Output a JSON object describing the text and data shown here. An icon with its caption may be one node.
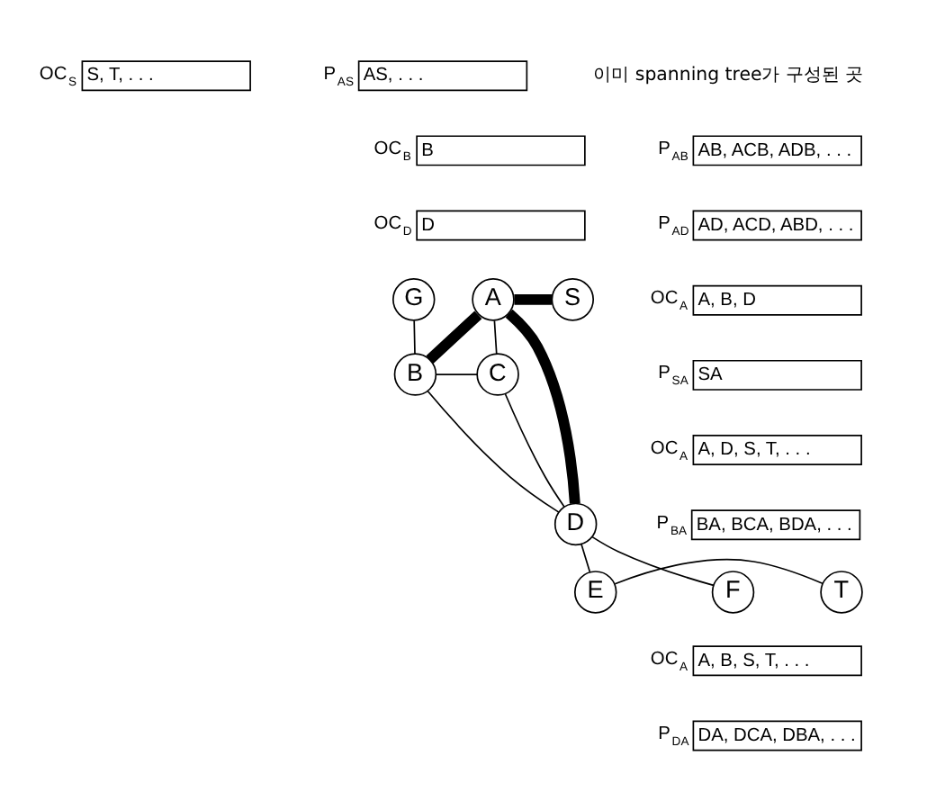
{
  "diagram": {
    "nodes": [
      {
        "text": [
          "OC$_{S}$",
          "S, T, . . ."
        ]
      },
      {
        "text": [
          "P$_{AS}$",
          "AS, . . ."
        ]
      },
      {
        "text": [
          "OC$_{B}$",
          "B"
        ]
      },
      {
        "text": [
          "P$_{AB}$",
          "AB, ACB, ADB, . . ."
        ]
      },
      {
        "text": [
          "OC$_{D}$",
          "D"
        ]
      },
      {
        "text": [
          "P$_{AD}$",
          "AD, ACD, ABD, . . ."
        ]
      },
      {
        "text": [
          "G"
        ]
      },
      {
        "text": [
          "A"
        ]
      },
      {
        "text": [
          "S"
        ]
      },
      {
        "text": [
          "OC$_{A}$",
          "A, B, D"
        ]
      },
      {
        "text": [
          "P$_{SA}$",
          "SA"
        ]
      },
      {
        "text": [
          "B"
        ]
      },
      {
        "text": [
          "C"
        ]
      },
      {
        "text": [
          "OC$_{A}$",
          "A, D, S, T, . . ."
        ]
      },
      {
        "text": [
          "P$_{BA}$",
          "BA, BCA, BDA, . . ."
        ]
      },
      {
        "text": [
          "D"
        ]
      },
      {
        "text": [
          "E"
        ]
      },
      {
        "text": [
          "F"
        ]
      },
      {
        "text": [
          "T"
        ]
      },
      {
        "text": [
          "OC$_{A}$",
          "A, B, S, T, . . ."
        ]
      },
      {
        "text": [
          "P$_{DA}$",
          "DA, DCA, DBA, . . ."
        ]
      }
    ],
    "edges": [
      {
        "from": 6,
        "to": 11,
        "arrow": "none"
      },
      {
        "from": 11,
        "to": 7,
        "arrow": "none",
        "style": "thick"
      },
      {
        "from": 7,
        "to": 8,
        "arrow": "none",
        "style": "thick"
      },
      {
        "from": 7,
        "to": 12,
        "arrow": "none"
      },
      {
        "from": 7,
        "to": 15,
        "arrow": "none",
        "style": "thick"
      },
      {
        "from": 11,
        "to": 12,
        "arrow": "none"
      },
      {
        "from": 11,
        "to": 15,
        "arrow": "none"
      },
      {
        "from": 12,
        "to": 15,
        "arrow": "none"
      },
      {
        "from": 15,
        "to": 17,
        "arrow": "none"
      },
      {
        "from": 15,
        "to": 16,
        "arrow": "none"
      },
      {
        "from": 16,
        "to": 18,
        "arrow": "none"
      }
    ],
    "labels": [
      "이미 spanning tree가 구성된 곳"
    ]
  }
}
